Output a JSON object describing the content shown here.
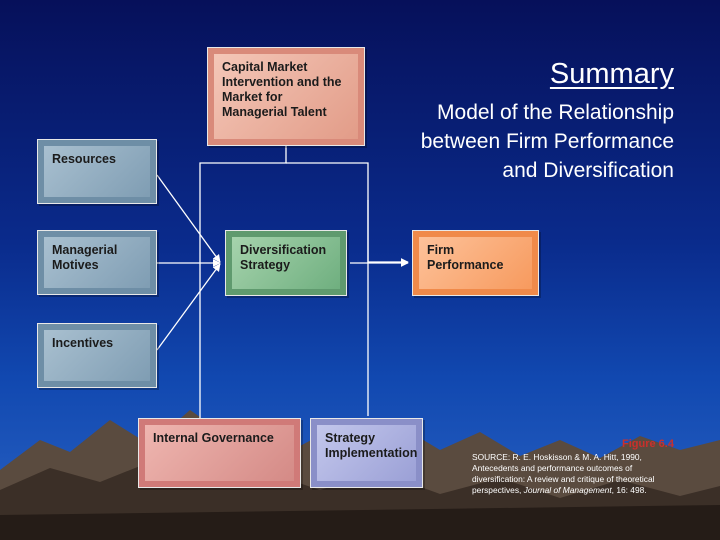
{
  "title": "Summary",
  "subtitle": "Model of the Relationship between Firm Performance and Diversification",
  "nodes": {
    "capital_market": "Capital Market Intervention and the Market for Managerial Talent",
    "resources": "Resources",
    "managerial_motives": "Managerial Motives",
    "incentives": "Incentives",
    "diversification_strategy": "Diversification Strategy",
    "firm_performance": "Firm Performance",
    "internal_governance": "Internal Governance",
    "strategy_implementation": "Strategy Implementation"
  },
  "figure_label": "Figure 6.4",
  "source": {
    "prefix": "SOURCE: R. E. Hoskisson & M. A. Hitt, 1990, Antecedents and performance outcomes of diversification: A review and critique of theoretical perspectives, ",
    "journal": "Journal of Management",
    "suffix": ", 16: 498."
  },
  "colors": {
    "background_top": "#06105a",
    "background_bottom": "#2a63c4",
    "box_blue": "#a9c0d0",
    "box_green": "#a6d3ad",
    "box_orange": "#fdc29a",
    "box_rose": "#f4c7b8",
    "figure_label": "#c9302c"
  }
}
